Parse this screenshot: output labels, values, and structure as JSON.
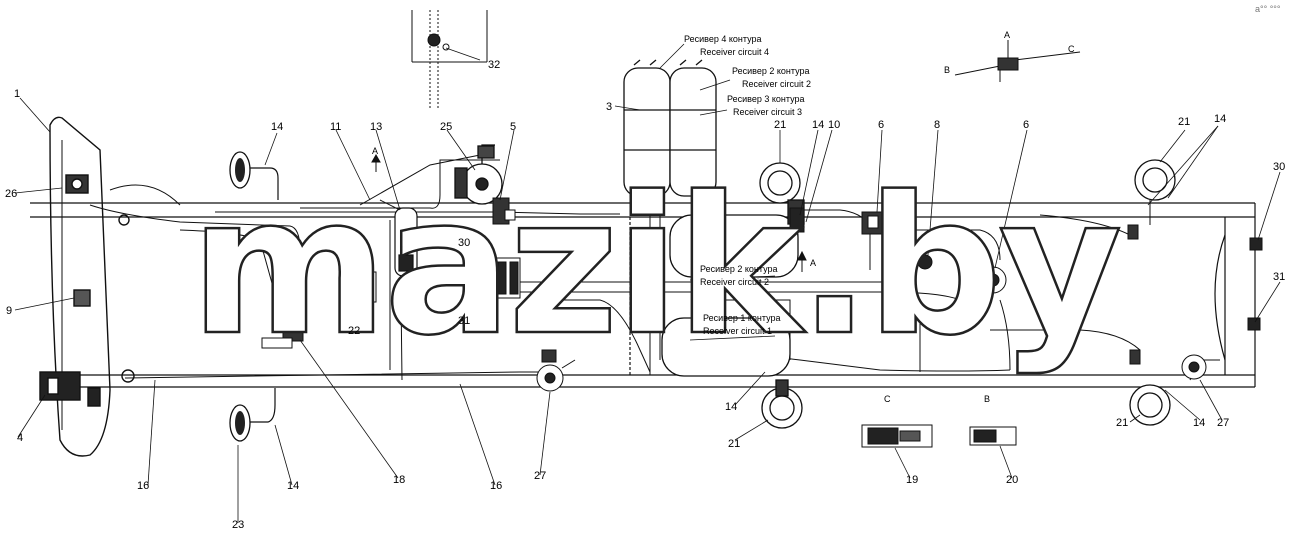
{
  "watermark": "mazik.by",
  "corner_mark": "a°° °°°",
  "view_labels": {
    "a_top": "A",
    "b_top": "B",
    "c_top": "C",
    "a_arrow": "A",
    "a_mid": "A",
    "c_bottom": "C",
    "b_bottom": "B"
  },
  "receivers": {
    "r4_ru": "Ресивер 4 контура",
    "r4_en": "Receiver circuit 4",
    "r2_ru": "Ресивер 2 контура",
    "r2_en": "Receiver circuit 2",
    "r3_ru": "Ресивер 3 контура",
    "r3_en": "Receiver circuit 3",
    "r2b_ru": "Ресивер 2 контура",
    "r2b_en": "Receiver circuit 2",
    "r1_ru": "Ресивер 1 контура",
    "r1_en": "Receiver circuit 1"
  },
  "callouts": {
    "c1": "1",
    "c26": "26",
    "c9": "9",
    "c4": "4",
    "c14a": "14",
    "c11": "11",
    "c13": "13",
    "c25": "25",
    "c5": "5",
    "c32": "32",
    "c3": "3",
    "c30a": "30",
    "c31a": "31",
    "c22": "22",
    "c18": "18",
    "c16a": "16",
    "c16b": "16",
    "c14b": "14",
    "c23": "23",
    "c27a": "27",
    "c21a": "21",
    "c14c": "14",
    "c10": "10",
    "c6a": "6",
    "c8": "8",
    "c6b": "6",
    "c21b": "21",
    "c14d": "14",
    "c30b": "30",
    "c31b": "31",
    "c14e": "14",
    "c21c": "21",
    "c19": "19",
    "c20": "20",
    "c21d": "21",
    "c14f": "14",
    "c27b": "27"
  }
}
